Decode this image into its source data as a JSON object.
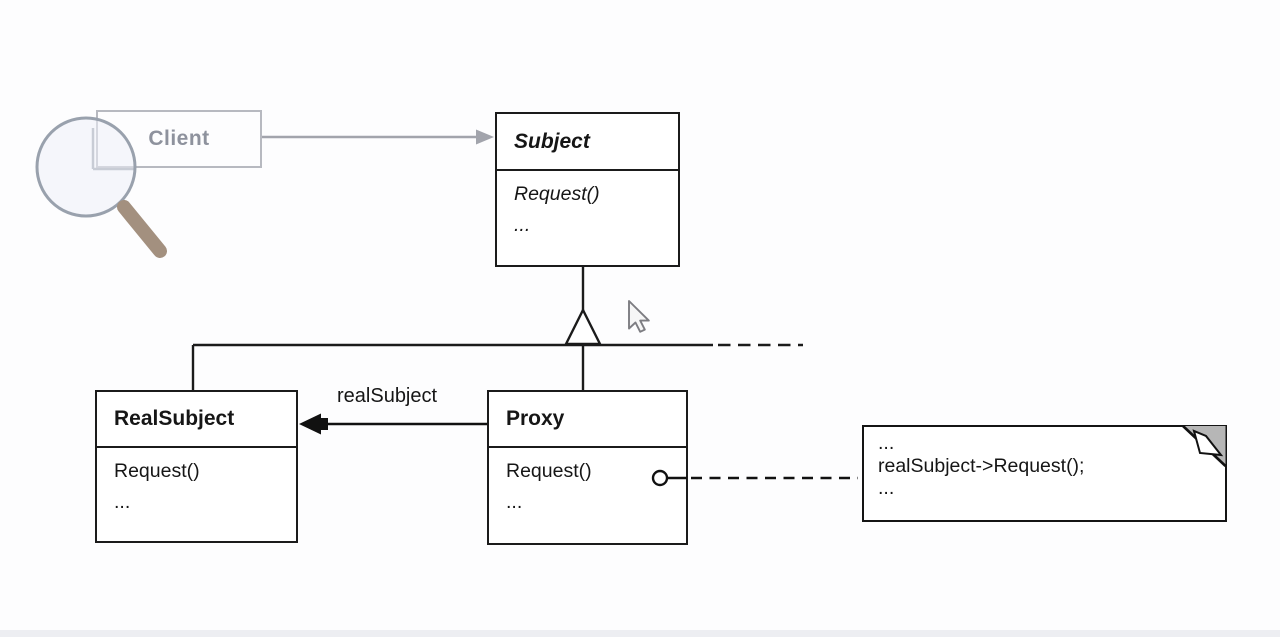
{
  "diagram": {
    "pattern": "Proxy pattern UML class diagram",
    "client": {
      "name": "Client"
    },
    "subject": {
      "name": "Subject",
      "methods": [
        "Request()",
        "..."
      ]
    },
    "real_subject": {
      "name": "RealSubject",
      "methods": [
        "Request()",
        "..."
      ]
    },
    "proxy": {
      "name": "Proxy",
      "methods": [
        "Request()",
        "..."
      ]
    },
    "association_label": "realSubject",
    "note": {
      "lines": [
        "...",
        "realSubject->Request();",
        "..."
      ]
    },
    "colors": {
      "line": "#1b1b1b",
      "faded_line": "#a2a4ac",
      "faded_text": "#8e929d",
      "note_fold_gray": "#b6b6b6",
      "magnifier_rim": "#99a1ad",
      "magnifier_handle": "#a3907f",
      "background": "#fdfdfe"
    }
  }
}
